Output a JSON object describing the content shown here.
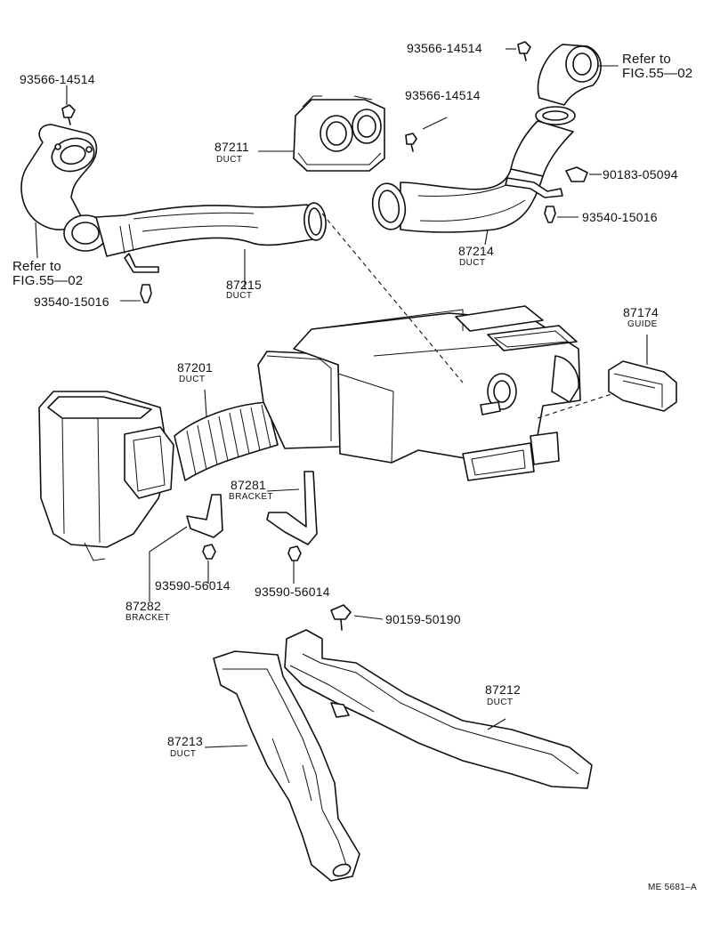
{
  "parts": {
    "p87201": {
      "number": "87201",
      "name": "DUCT"
    },
    "p87211": {
      "number": "87211",
      "name": "DUCT"
    },
    "p87212": {
      "number": "87212",
      "name": "DUCT"
    },
    "p87213": {
      "number": "87213",
      "name": "DUCT"
    },
    "p87214": {
      "number": "87214",
      "name": "DUCT"
    },
    "p87215": {
      "number": "87215",
      "name": "DUCT"
    },
    "p87174": {
      "number": "87174",
      "name": "GUIDE"
    },
    "p87281": {
      "number": "87281",
      "name": "BRACKET"
    },
    "p87282": {
      "number": "87282",
      "name": "BRACKET"
    }
  },
  "fasteners": {
    "screw_top_left": "93566-14514",
    "screw_top_right": "93566-14514",
    "screw_center_top": "93566-14514",
    "clip_right": "90183-05094",
    "screw_right": "93540-15016",
    "screw_left": "93540-15016",
    "bolt_bracket_left": "93590-56014",
    "bolt_bracket_right": "93590-56014",
    "clip_lower": "90159-50190"
  },
  "references": {
    "left": {
      "line1": "Refer to",
      "line2": "FIG.55—02"
    },
    "right": {
      "line1": "Refer to",
      "line2": "FIG.55—02"
    }
  },
  "figure_code": "ME 5681–A"
}
